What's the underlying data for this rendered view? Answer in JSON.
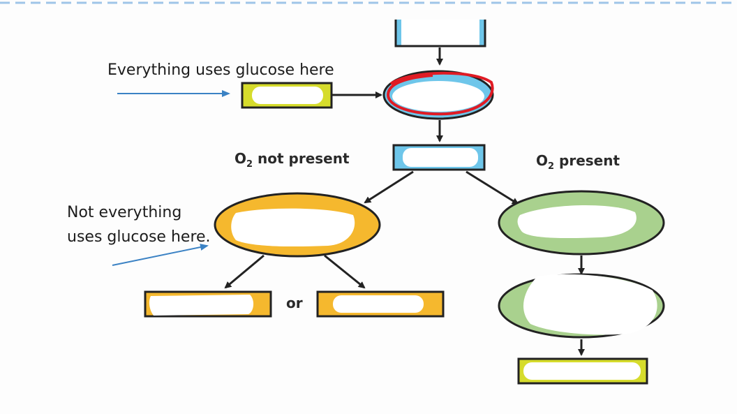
{
  "annotations": {
    "top_note": "Everything uses glucose here",
    "side_note_line1": "Not everything",
    "side_note_line2": "uses glucose here."
  },
  "branches": {
    "left_prefix": "O",
    "left_subscript": "2",
    "left_suffix": " not present",
    "right_prefix": "O",
    "right_subscript": "2",
    "right_suffix": " present"
  },
  "connector": "or",
  "colors": {
    "blue_box": "#6ec6ea",
    "yellow_box": "#d6dc2c",
    "orange": "#f5b82e",
    "green": "#a9d18e",
    "red_mark": "#e01b24",
    "arrow_blue": "#3b82c4",
    "dashed_border": "#9fc5e8"
  }
}
